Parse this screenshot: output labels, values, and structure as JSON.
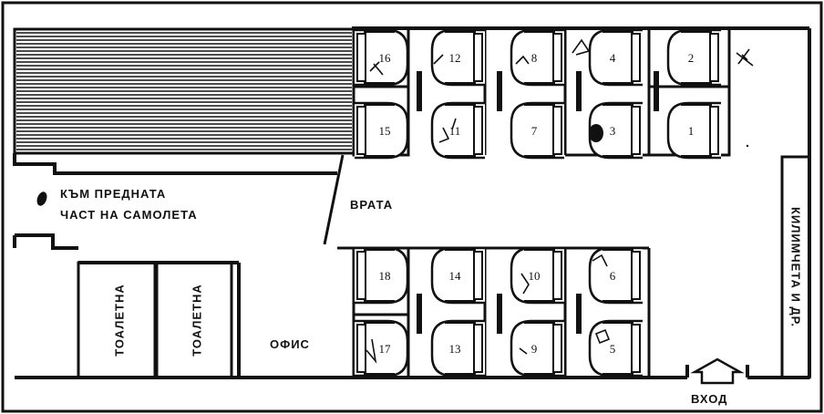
{
  "labels": {
    "forward": [
      "КЪМ ПРЕДНАТА",
      "ЧАСТ НА САМОЛЕТА"
    ],
    "door": "ВРАТА",
    "office": "ОФИС",
    "entrance": "ВХОД",
    "blankets": "КИЛИМЧЕТА И ДР.",
    "toilet_1": "ТОАЛЕТНА",
    "toilet_2": "ТОАЛЕТНА"
  },
  "seats": {
    "s1": "1",
    "s2": "2",
    "s3": "3",
    "s4": "4",
    "s5": "5",
    "s6": "6",
    "s7": "7",
    "s8": "8",
    "s9": "9",
    "s10": "10",
    "s11": "11",
    "s12": "12",
    "s13": "13",
    "s14": "14",
    "s15": "15",
    "s16": "16",
    "s17": "17",
    "s18": "18"
  },
  "icons": [
    "arrow-up-icon",
    "victim-mark-icon"
  ]
}
